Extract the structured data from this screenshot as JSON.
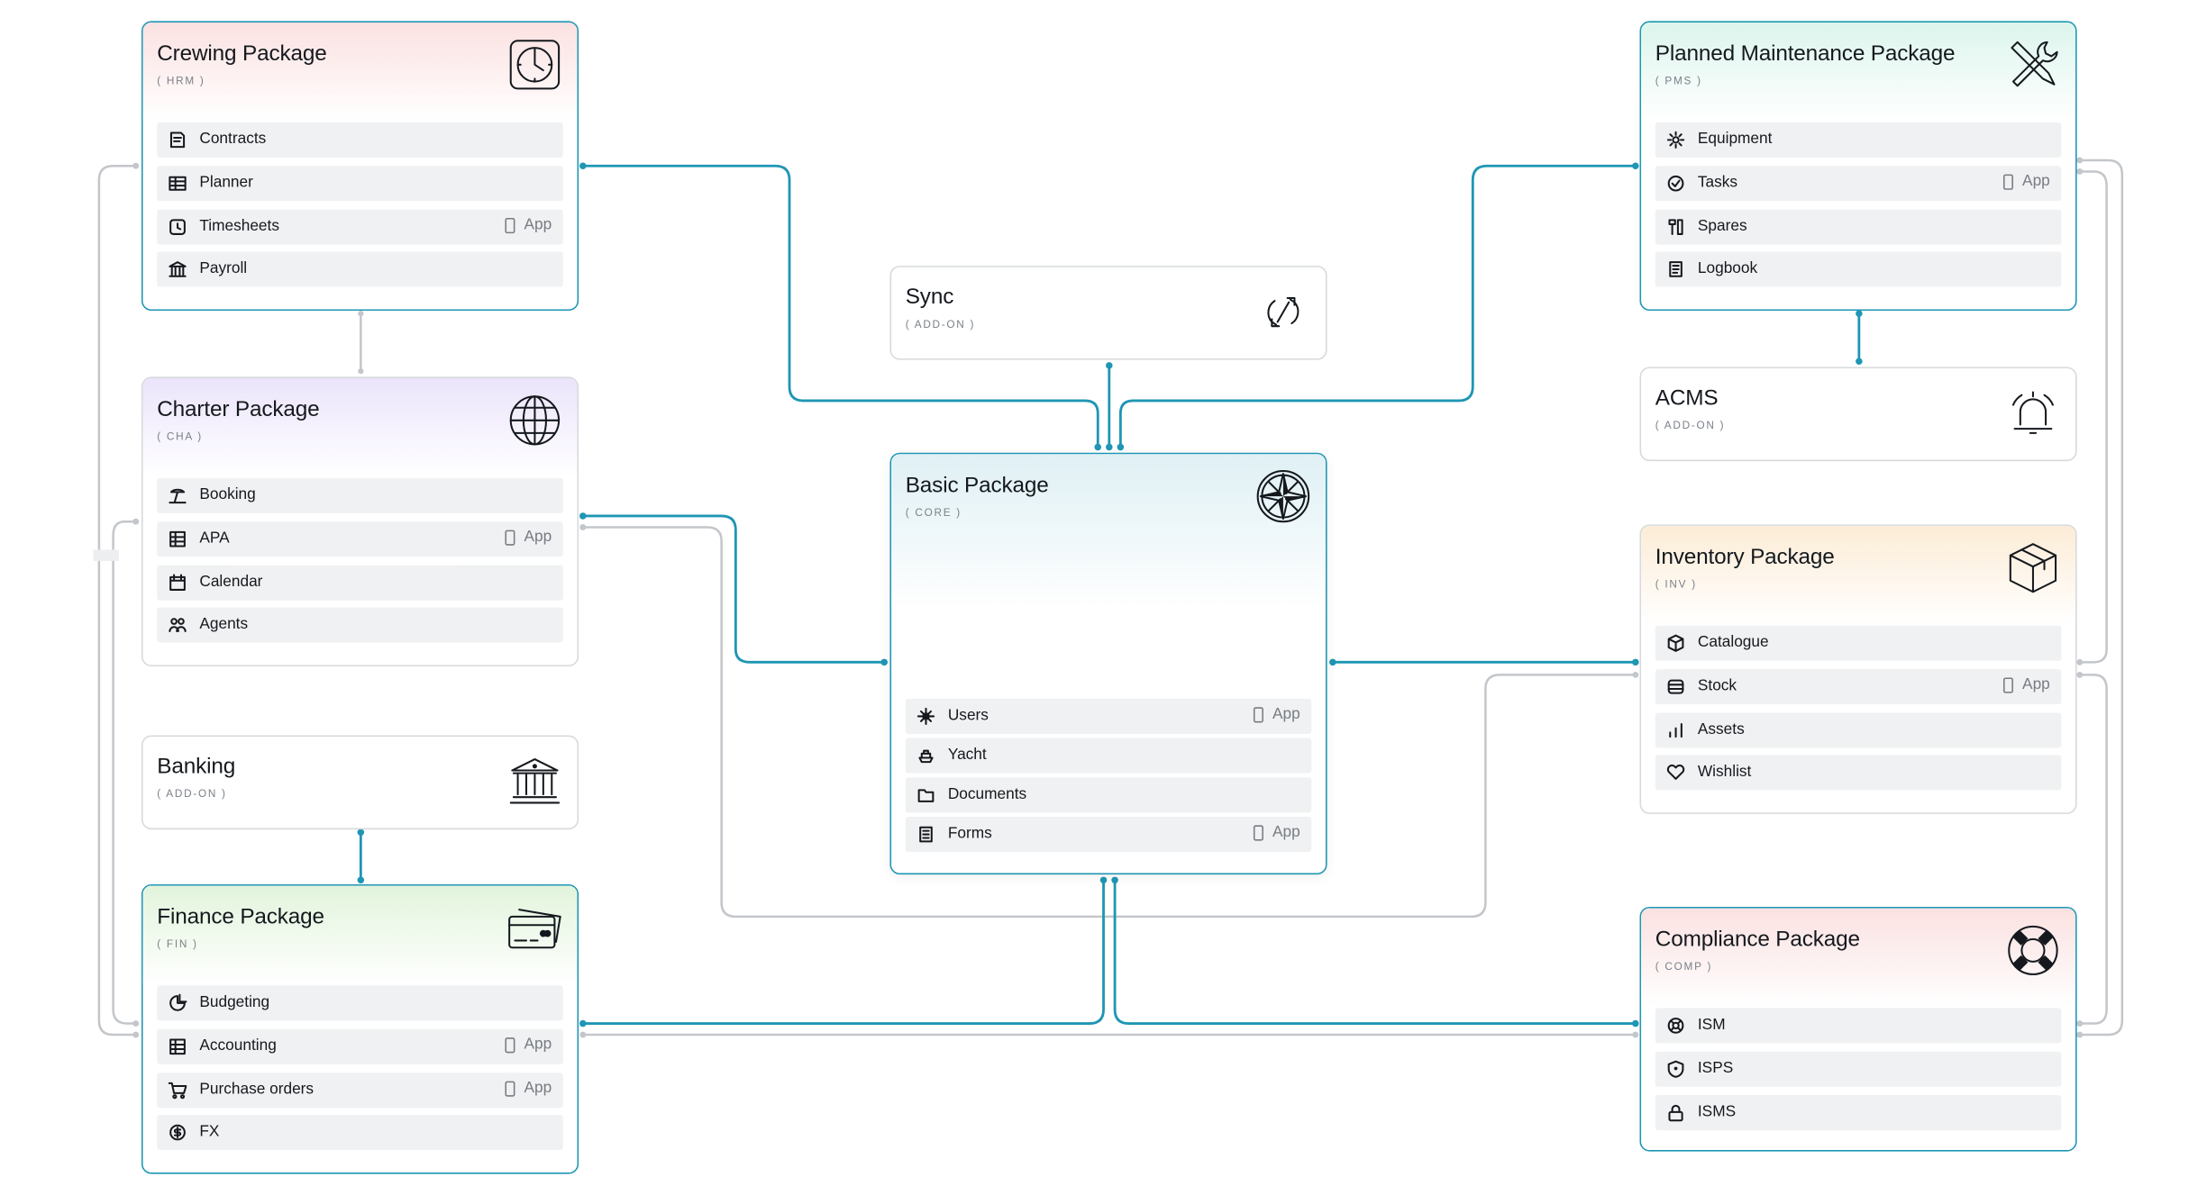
{
  "colors": {
    "accent_wire": "#1f96b4",
    "grey_wire": "#c3c6ca",
    "row_bg": "#f0f1f2"
  },
  "app_label": "App",
  "packages": {
    "crewing": {
      "title": "Crewing Package",
      "code": "( HRM )",
      "icon": "clock-icon",
      "rows": [
        {
          "label": "Contracts",
          "icon": "contract-icon",
          "app": false
        },
        {
          "label": "Planner",
          "icon": "planner-icon",
          "app": false
        },
        {
          "label": "Timesheets",
          "icon": "timesheet-icon",
          "app": true
        },
        {
          "label": "Payroll",
          "icon": "bank-icon",
          "app": false
        }
      ]
    },
    "pms": {
      "title": "Planned Maintenance Package",
      "code": "( PMS )",
      "icon": "tools-icon",
      "rows": [
        {
          "label": "Equipment",
          "icon": "gear-icon",
          "app": false
        },
        {
          "label": "Tasks",
          "icon": "check-circle-icon",
          "app": true
        },
        {
          "label": "Spares",
          "icon": "spares-icon",
          "app": false
        },
        {
          "label": "Logbook",
          "icon": "logbook-icon",
          "app": false
        }
      ]
    },
    "sync": {
      "title": "Sync",
      "code": "( ADD-ON )",
      "icon": "sync-icon"
    },
    "acms": {
      "title": "ACMS",
      "code": "( ADD-ON )",
      "icon": "bell-icon"
    },
    "charter": {
      "title": "Charter Package",
      "code": "( CHA )",
      "icon": "globe-icon",
      "rows": [
        {
          "label": "Booking",
          "icon": "beach-icon",
          "app": false
        },
        {
          "label": "APA",
          "icon": "table-icon",
          "app": true
        },
        {
          "label": "Calendar",
          "icon": "calendar-icon",
          "app": false
        },
        {
          "label": "Agents",
          "icon": "people-icon",
          "app": false
        }
      ]
    },
    "core": {
      "title": "Basic Package",
      "code": "( CORE )",
      "icon": "compass-rose-icon",
      "rows": [
        {
          "label": "Users",
          "icon": "users-icon",
          "app": true
        },
        {
          "label": "Yacht",
          "icon": "yacht-icon",
          "app": false
        },
        {
          "label": "Documents",
          "icon": "folder-icon",
          "app": false
        },
        {
          "label": "Forms",
          "icon": "form-icon",
          "app": true
        }
      ]
    },
    "inventory": {
      "title": "Inventory Package",
      "code": "( INV )",
      "icon": "box-icon",
      "rows": [
        {
          "label": "Catalogue",
          "icon": "cube-icon",
          "app": false
        },
        {
          "label": "Stock",
          "icon": "stack-icon",
          "app": true
        },
        {
          "label": "Assets",
          "icon": "bars-icon",
          "app": false
        },
        {
          "label": "Wishlist",
          "icon": "heart-icon",
          "app": false
        }
      ]
    },
    "banking": {
      "title": "Banking",
      "code": "( ADD-ON )",
      "icon": "bank-building-icon"
    },
    "finance": {
      "title": "Finance Package",
      "code": "( FIN )",
      "icon": "credit-card-icon",
      "rows": [
        {
          "label": "Budgeting",
          "icon": "pie-icon",
          "app": false
        },
        {
          "label": "Accounting",
          "icon": "table-icon",
          "app": true
        },
        {
          "label": "Purchase orders",
          "icon": "cart-icon",
          "app": true
        },
        {
          "label": "FX",
          "icon": "currency-icon",
          "app": false
        }
      ]
    },
    "compliance": {
      "title": "Compliance Package",
      "code": "( COMP )",
      "icon": "lifebuoy-icon",
      "rows": [
        {
          "label": "ISM",
          "icon": "ism-icon",
          "app": false
        },
        {
          "label": "ISPS",
          "icon": "shield-icon",
          "app": false
        },
        {
          "label": "ISMS",
          "icon": "lock-icon",
          "app": false
        }
      ]
    }
  }
}
